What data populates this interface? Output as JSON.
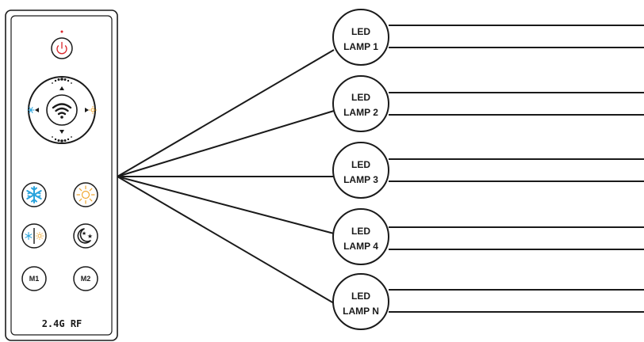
{
  "remote": {
    "buttons": [
      {
        "name": "power-button",
        "icon": "power-icon"
      },
      {
        "name": "wireless-wheel",
        "icon": "wifi-icon"
      },
      {
        "name": "cool-white-button",
        "icon": "snowflake-icon"
      },
      {
        "name": "warm-white-button",
        "icon": "sun-icon"
      },
      {
        "name": "cct-toggle-button",
        "icon": "snowflake-sun-icon"
      },
      {
        "name": "night-mode-button",
        "icon": "moon-stars-icon"
      },
      {
        "name": "m1-button",
        "label": "M1"
      },
      {
        "name": "m2-button",
        "label": "M2"
      }
    ],
    "m1_label": "M1",
    "m2_label": "M2",
    "protocol_label": "2.4G RF"
  },
  "lamps": [
    {
      "line1": "LED",
      "line2": "LAMP 1"
    },
    {
      "line1": "LED",
      "line2": "LAMP 2"
    },
    {
      "line1": "LED",
      "line2": "LAMP 3"
    },
    {
      "line1": "LED",
      "line2": "LAMP 4"
    },
    {
      "line1": "LED",
      "line2": "LAMP N"
    }
  ],
  "colors": {
    "line": "#1a1a1a",
    "power": "#d9262b",
    "cool": "#2aa3dc",
    "warm": "#f0a830"
  }
}
